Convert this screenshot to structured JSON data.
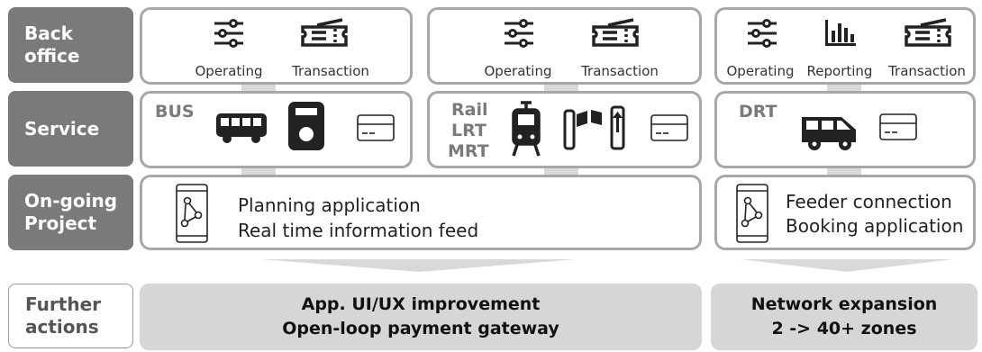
{
  "rows": {
    "back_office": [
      "Back",
      "office"
    ],
    "service": [
      "Service"
    ],
    "ongoing": [
      "On-going",
      "Project"
    ],
    "further": [
      "Further",
      "actions"
    ]
  },
  "back_office": {
    "col1": [
      "Operating",
      "Transaction"
    ],
    "col2": [
      "Operating",
      "Transaction"
    ],
    "col3": [
      "Operating",
      "Reporting",
      "Transaction"
    ]
  },
  "service": {
    "col1": [
      "BUS"
    ],
    "col2": [
      "Rail",
      "LRT",
      "MRT"
    ],
    "col3": [
      "DRT"
    ]
  },
  "ongoing": {
    "left": [
      "Planning application",
      "Real time information feed"
    ],
    "right": [
      "Feeder connection",
      "Booking application"
    ]
  },
  "further_actions": {
    "left": [
      "App. UI/UX improvement",
      "Open-loop payment gateway"
    ],
    "right": [
      "Network expansion",
      "2 -> 40+ zones"
    ]
  },
  "icons": [
    "settings-sliders-icon",
    "ticket-icon",
    "bar-chart-icon",
    "bus-icon",
    "card-reader-icon",
    "payment-card-icon",
    "tram-icon",
    "fare-gate-icon",
    "van-icon",
    "mobile-route-app-icon"
  ]
}
